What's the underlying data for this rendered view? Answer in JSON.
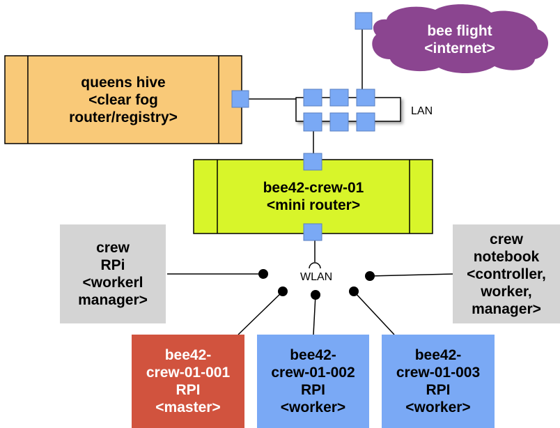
{
  "nodes": {
    "bee_flight": {
      "label": "bee flight\n<internet>",
      "color": "#8b4590",
      "text_color": "#ffffff"
    },
    "queens_hive": {
      "label": "queens hive\n<clear fog\nrouter/registry>",
      "color": "#f9c978"
    },
    "lan": {
      "label": "LAN"
    },
    "crew_router": {
      "label": "bee42-crew-01\n<mini router>",
      "color": "#d8f52a"
    },
    "wlan": {
      "label": "WLAN"
    },
    "crew_rpi": {
      "label": "crew\nRPi\n<workerl\nmanager>",
      "color": "#d4d4d4"
    },
    "crew_notebook": {
      "label": "crew\nnotebook\n<controller,\nworker,\nmanager>",
      "color": "#d4d4d4"
    },
    "rpi_001": {
      "label": "bee42-\ncrew-01-001\nRPI\n<master>",
      "color": "#d1533e",
      "text_color": "#ffffff"
    },
    "rpi_002": {
      "label": "bee42-\ncrew-01-002\nRPI\n<worker>",
      "color": "#7aa9f5"
    },
    "rpi_003": {
      "label": "bee42-\ncrew-01-003\nRPI\n<worker>",
      "color": "#7aa9f5"
    }
  },
  "colors": {
    "port": "#7aa9f5",
    "line": "#000000"
  }
}
